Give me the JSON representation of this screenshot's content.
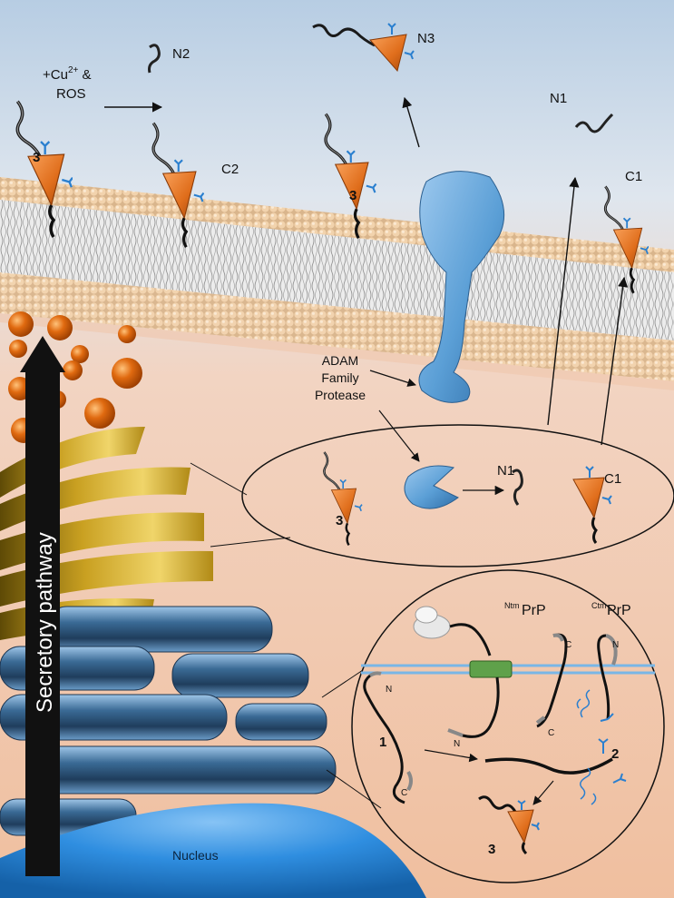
{
  "labels": {
    "cu_ros_line1": "+Cu",
    "cu_sup": "2+",
    "cu_amp": " &",
    "cu_ros_line2": "ROS",
    "n2": "N2",
    "n3": "N3",
    "n1_top": "N1",
    "c2": "C2",
    "c1_top": "C1",
    "three_a": "3",
    "three_b": "3",
    "three_c": "3",
    "three_d": "3",
    "adam_1": "ADAM",
    "adam_2": "Family",
    "adam_3": "Protease",
    "n1_mid": "N1",
    "c1_mid": "C1",
    "secretory": "Secretory pathway",
    "ntm_sup": "Ntm",
    "ntm_main": "PrP",
    "ctm_sup": "Ctm",
    "ctm_main": "PrP",
    "c_a": "C",
    "n_a": "N",
    "n_b": "N",
    "n_c": "N",
    "c_b": "C",
    "one": "1",
    "two": "2",
    "c_c": "C",
    "nucleus": "Nucleus"
  },
  "colors": {
    "sky_top": "#b9cfe4",
    "sky_mid": "#dfe7ef",
    "cytoplasm": "#f1c6ac",
    "membrane_head": "#e8c49a",
    "protein_orange": "#e07020",
    "protease_blue": "#5b9fd6",
    "golgi_gold": "#c9a021",
    "er_blue": "#4f7da6",
    "nucleus_blue": "#2f8ee0",
    "arrow_black": "#111111",
    "glycan_blue": "#2a7fcf",
    "translocon_green": "#5fa14a"
  }
}
